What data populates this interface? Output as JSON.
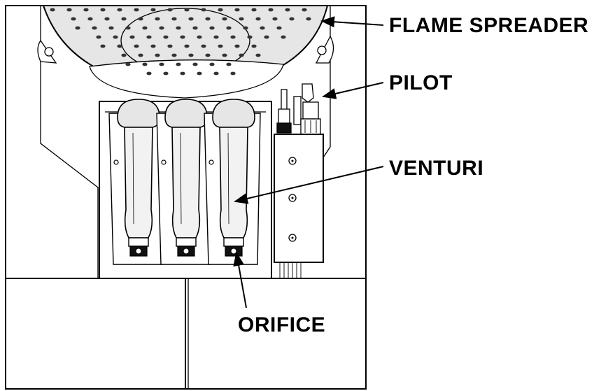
{
  "labels": {
    "flame_spreader": "FLAME SPREADER",
    "pilot": "PILOT",
    "venturi": "VENTURI",
    "orifice": "ORIFICE"
  },
  "colors": {
    "line": "#000000",
    "background": "#ffffff",
    "metal": "#e6e6e6"
  }
}
